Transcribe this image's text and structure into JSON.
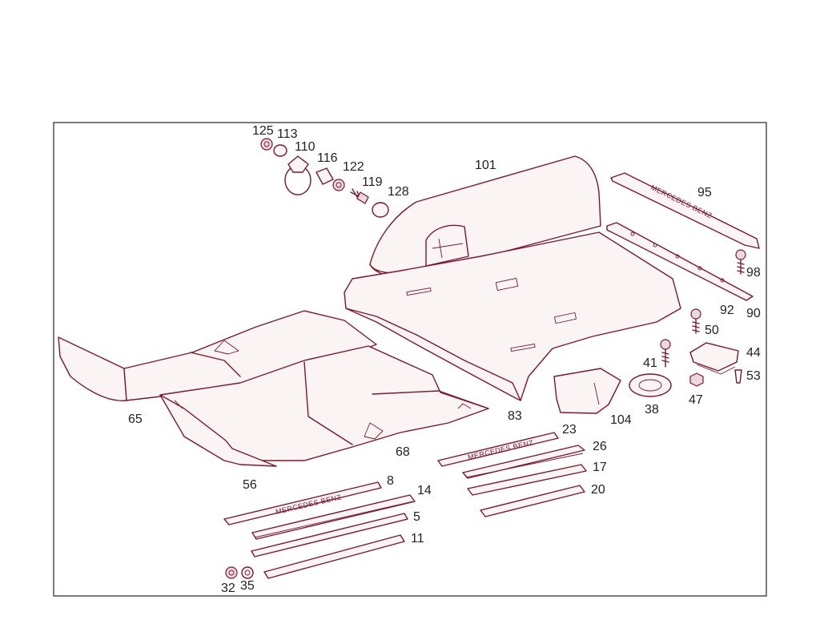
{
  "diagram": {
    "brand_text": "MERCEDES BENZ",
    "labels": [
      {
        "id": "125",
        "text": "125"
      },
      {
        "id": "113",
        "text": "113"
      },
      {
        "id": "110",
        "text": "110"
      },
      {
        "id": "116",
        "text": "116"
      },
      {
        "id": "122",
        "text": "122"
      },
      {
        "id": "119",
        "text": "119"
      },
      {
        "id": "128",
        "text": "128"
      },
      {
        "id": "101",
        "text": "101"
      },
      {
        "id": "95",
        "text": "95"
      },
      {
        "id": "98",
        "text": "98"
      },
      {
        "id": "92",
        "text": "92"
      },
      {
        "id": "90",
        "text": "90"
      },
      {
        "id": "50",
        "text": "50"
      },
      {
        "id": "44",
        "text": "44"
      },
      {
        "id": "41",
        "text": "41"
      },
      {
        "id": "53",
        "text": "53"
      },
      {
        "id": "47",
        "text": "47"
      },
      {
        "id": "38",
        "text": "38"
      },
      {
        "id": "104",
        "text": "104"
      },
      {
        "id": "83",
        "text": "83"
      },
      {
        "id": "23",
        "text": "23"
      },
      {
        "id": "65",
        "text": "65"
      },
      {
        "id": "68",
        "text": "68"
      },
      {
        "id": "56",
        "text": "56"
      },
      {
        "id": "26",
        "text": "26"
      },
      {
        "id": "17",
        "text": "17"
      },
      {
        "id": "20",
        "text": "20"
      },
      {
        "id": "8",
        "text": "8"
      },
      {
        "id": "14",
        "text": "14"
      },
      {
        "id": "5",
        "text": "5"
      },
      {
        "id": "11",
        "text": "11"
      },
      {
        "id": "32",
        "text": "32"
      },
      {
        "id": "35",
        "text": "35"
      }
    ],
    "colors": {
      "line": "#7a1830",
      "label": "#222222",
      "frame": "#222222"
    }
  }
}
